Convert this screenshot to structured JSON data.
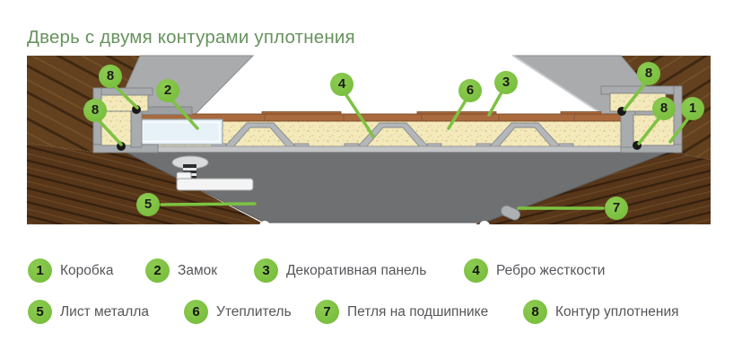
{
  "title": "Дверь с двумя контурами уплотнения",
  "colors": {
    "accent_green": "#7DC242",
    "title_green": "#67935D",
    "label_gray": "#55565A",
    "number_black": "#1C1C1A",
    "insulation_yellow": "#F4E9BB",
    "metal_dark_gray": "#6E7072",
    "concrete_gray": "#A9ABAD",
    "panel_brown": "#A96A3E",
    "wood_brown": "#5A3A1C"
  },
  "diagram": {
    "callouts": [
      {
        "num": "8"
      },
      {
        "num": "8"
      },
      {
        "num": "2"
      },
      {
        "num": "4"
      },
      {
        "num": "6"
      },
      {
        "num": "3"
      },
      {
        "num": "8"
      },
      {
        "num": "8"
      },
      {
        "num": "1"
      },
      {
        "num": "5"
      },
      {
        "num": "7"
      }
    ]
  },
  "legend": {
    "items": [
      {
        "num": "1",
        "label": "Коробка"
      },
      {
        "num": "2",
        "label": "Замок"
      },
      {
        "num": "3",
        "label": "Декоративная панель"
      },
      {
        "num": "4",
        "label": "Ребро жесткости"
      },
      {
        "num": "5",
        "label": "Лист металла"
      },
      {
        "num": "6",
        "label": "Утеплитель"
      },
      {
        "num": "7",
        "label": "Петля на подшипнике"
      },
      {
        "num": "8",
        "label": "Контур уплотнения"
      }
    ]
  }
}
